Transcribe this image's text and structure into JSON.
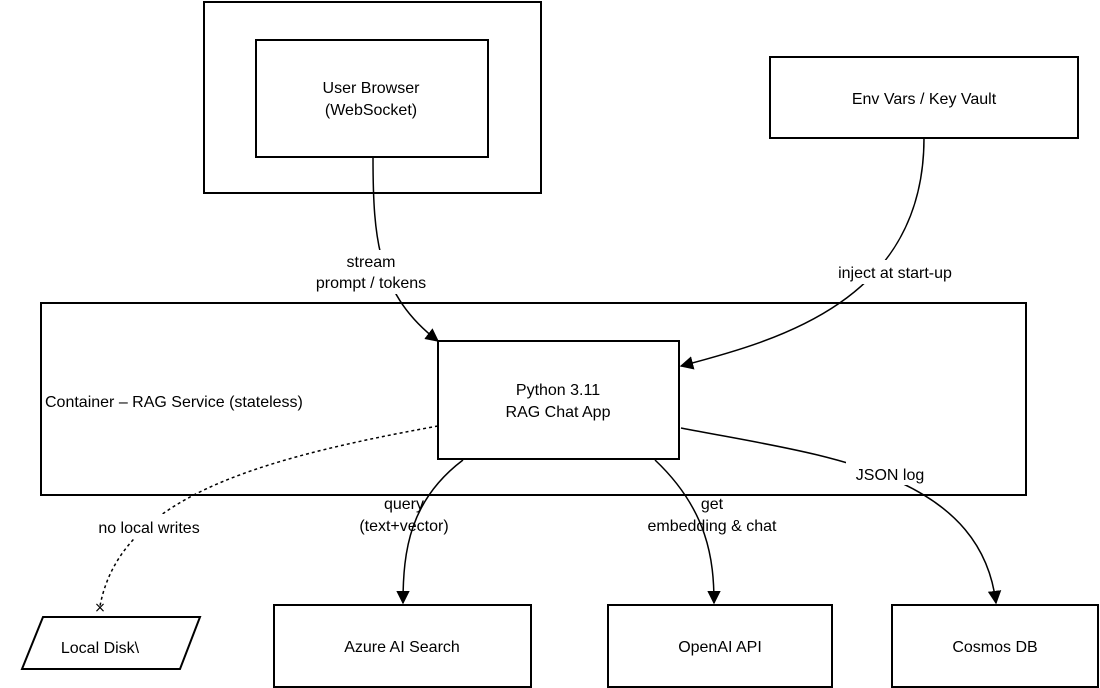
{
  "nodes": {
    "user_browser": {
      "line1": "User Browser",
      "line2": "(WebSocket)"
    },
    "env_vars": {
      "label": "Env Vars / Key Vault"
    },
    "container": {
      "label": "Container – RAG Service (stateless)"
    },
    "app": {
      "line1": "Python 3.11",
      "line2": "RAG Chat App"
    },
    "local_disk": {
      "label": "Local Disk\\"
    },
    "azure_search": {
      "label": "Azure AI Search"
    },
    "openai": {
      "label": "OpenAI API"
    },
    "cosmos": {
      "label": "Cosmos DB"
    }
  },
  "edges": {
    "stream": {
      "line1": "stream",
      "line2": "prompt / tokens"
    },
    "inject": {
      "label": "inject at start-up"
    },
    "no_writes": {
      "label": "no local writes"
    },
    "query": {
      "line1": "query",
      "line2": "(text+vector)"
    },
    "get": {
      "line1": "get",
      "line2": "embedding & chat"
    },
    "json_log": {
      "label": "JSON log"
    }
  }
}
